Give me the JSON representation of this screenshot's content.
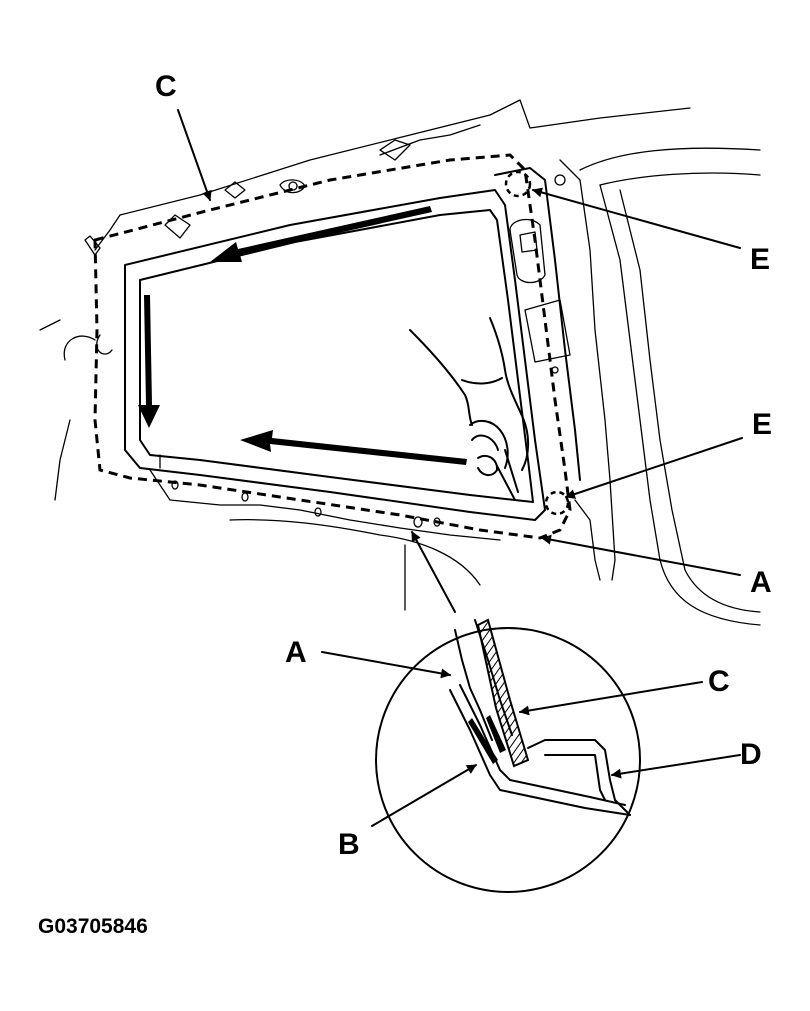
{
  "callouts": {
    "c_top": "C",
    "e_upper": "E",
    "e_lower": "E",
    "a_right": "A",
    "a_inset": "A",
    "c_inset": "C",
    "d_inset": "D",
    "b_inset": "B"
  },
  "figure_id": "G03705846"
}
